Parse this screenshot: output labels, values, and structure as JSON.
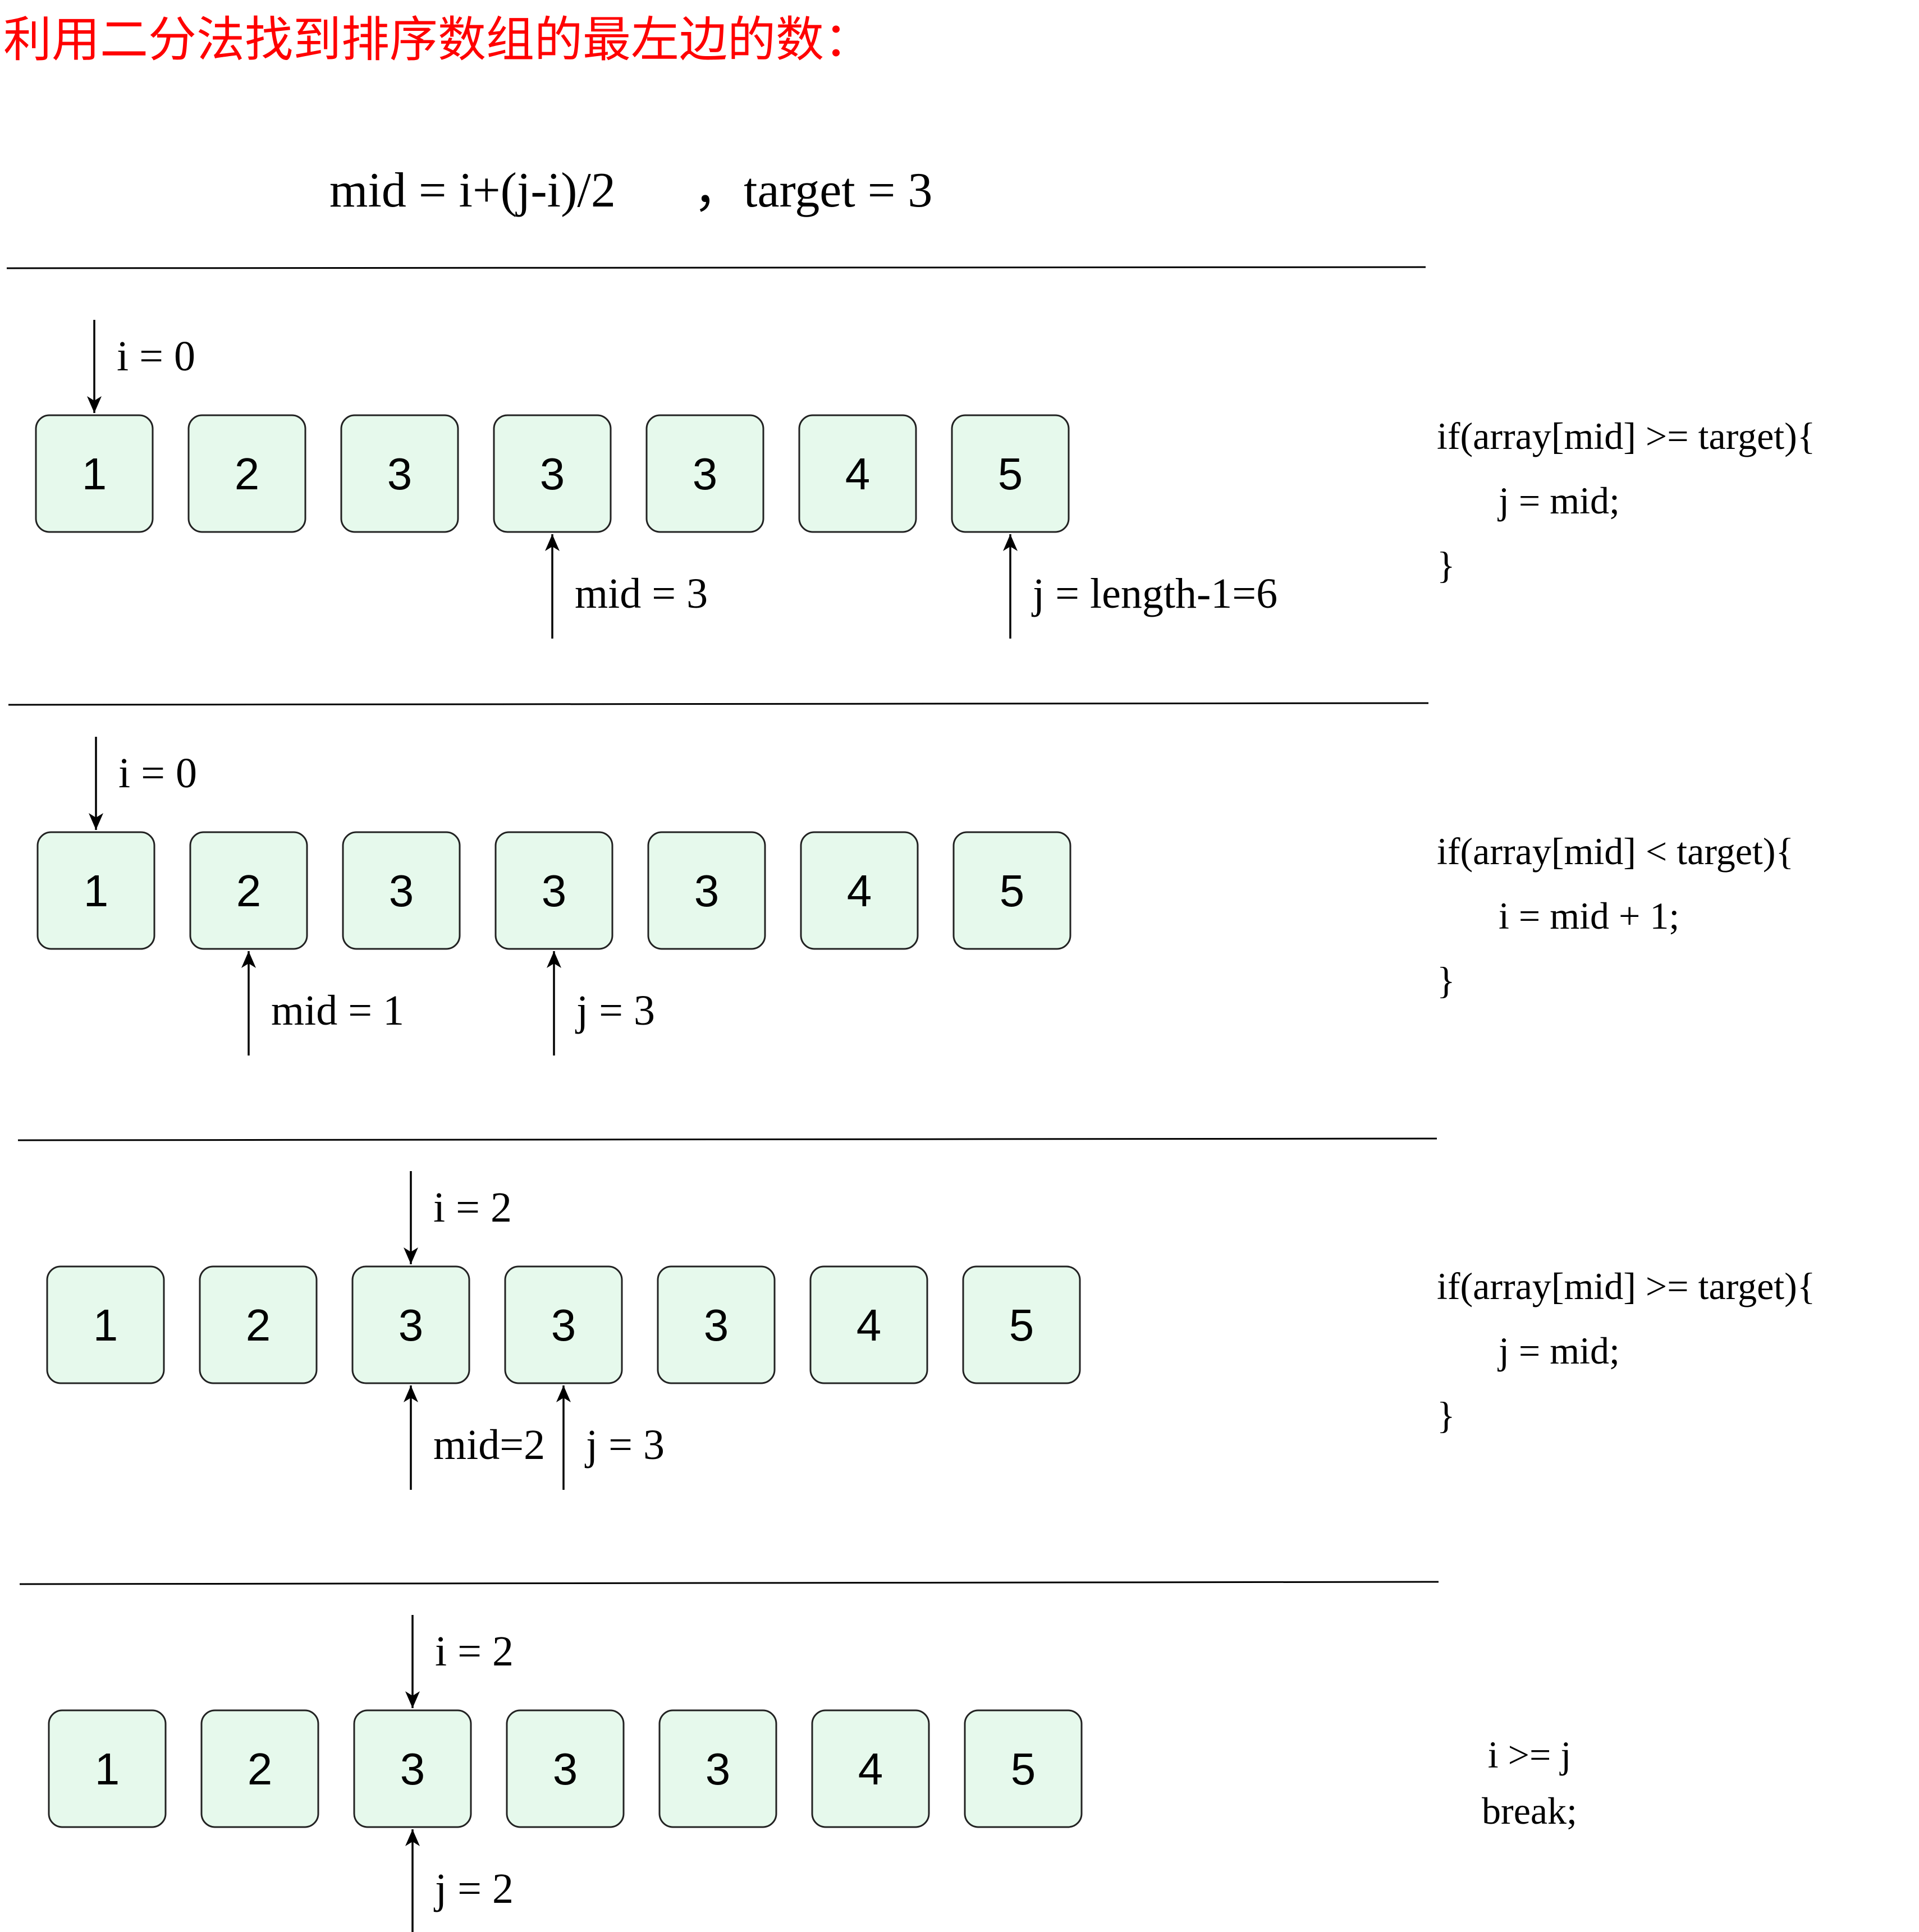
{
  "heading": "利用二分法找到排序数组的最左边的数：",
  "formula": {
    "mid_expr": "mid = i+(j-i)/2",
    "separator": "，",
    "target_expr": "target = 3"
  },
  "colors": {
    "heading": "#ff0000",
    "cell_fill": "#e6f9ec",
    "cell_border": "#222222",
    "line": "#000000"
  },
  "array": [
    "1",
    "2",
    "3",
    "3",
    "3",
    "4",
    "5"
  ],
  "steps": [
    {
      "pointers": [
        {
          "label": "i = 0",
          "index": 0,
          "side": "top"
        },
        {
          "label": "mid = 3",
          "index": 3,
          "side": "bottom"
        },
        {
          "label": "j = length-1=6",
          "index": 6,
          "side": "bottom"
        }
      ],
      "code": [
        "if(array[mid] >= target){",
        "j = mid;",
        "}"
      ]
    },
    {
      "pointers": [
        {
          "label": "i = 0",
          "index": 0,
          "side": "top"
        },
        {
          "label": "mid = 1",
          "index": 1,
          "side": "bottom"
        },
        {
          "label": "j = 3",
          "index": 3,
          "side": "bottom"
        }
      ],
      "code": [
        "if(array[mid] < target){",
        "i = mid + 1;",
        "}"
      ]
    },
    {
      "pointers": [
        {
          "label": "i = 2",
          "index": 2,
          "side": "top"
        },
        {
          "label": "mid=2",
          "index": 2,
          "side": "bottom"
        },
        {
          "label": "j = 3",
          "index": 3,
          "side": "bottom"
        }
      ],
      "code": [
        "if(array[mid] >= target){",
        "j = mid;",
        "}"
      ]
    },
    {
      "pointers": [
        {
          "label": "i = 2",
          "index": 2,
          "side": "top"
        },
        {
          "label": "j = 2",
          "index": 2,
          "side": "bottom"
        }
      ],
      "code": [
        "i >= j",
        "break;"
      ]
    }
  ]
}
